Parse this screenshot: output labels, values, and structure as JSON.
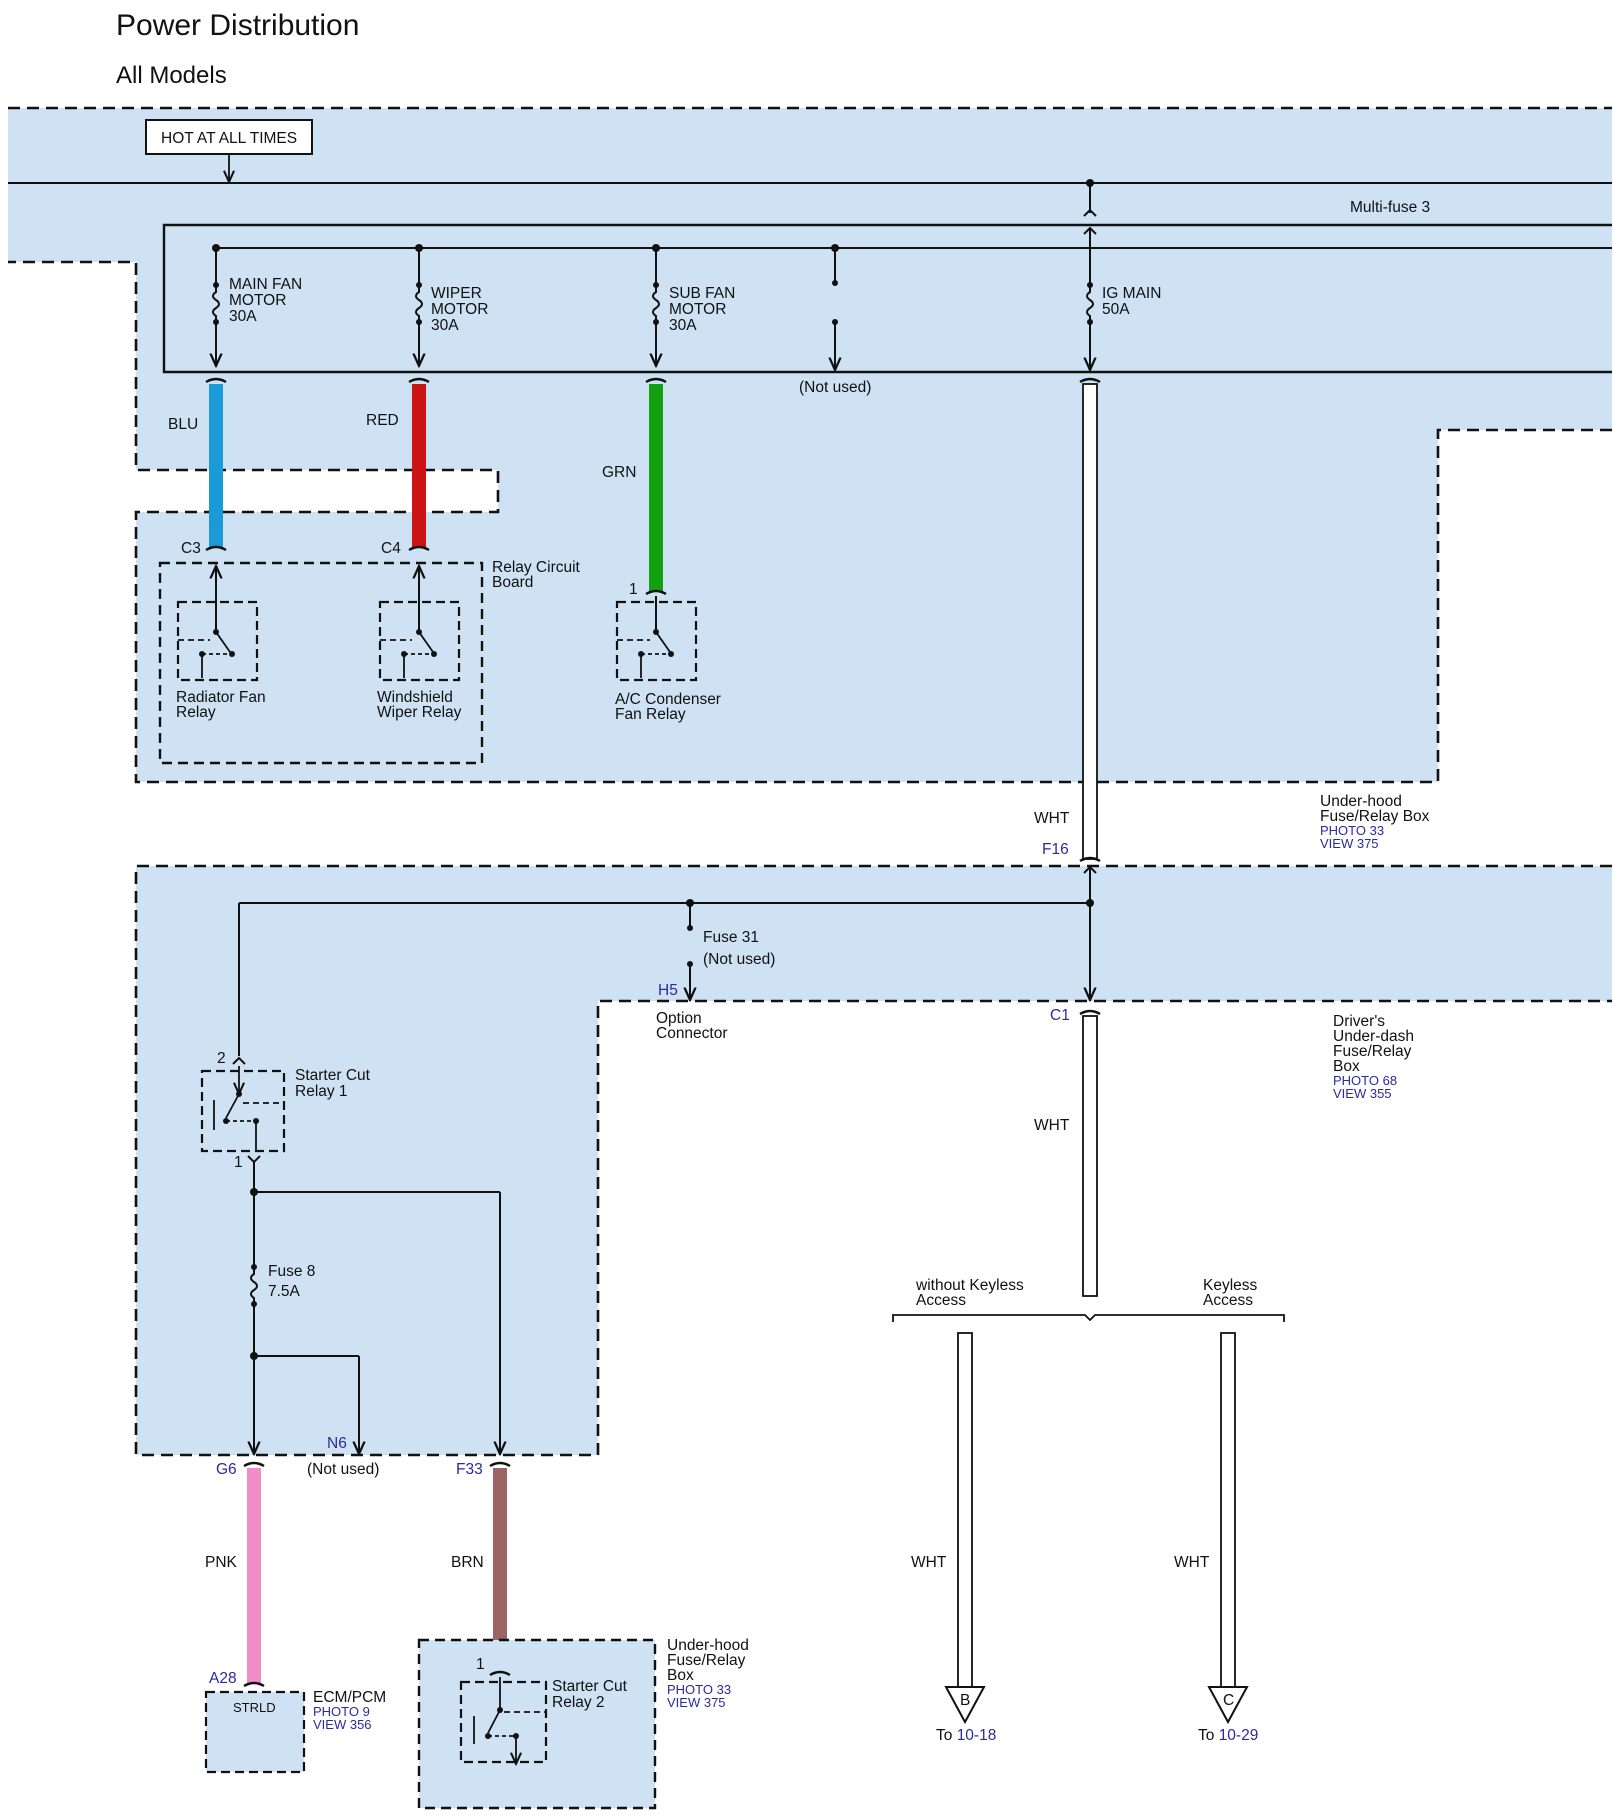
{
  "title": "Power Distribution",
  "subtitle": "All Models",
  "colors": {
    "background": "#ffffff",
    "box_fill": "#cfe2f3",
    "line": "#111111",
    "ref_text": "#2a2aa0",
    "wire_blu": "#1a9ad6",
    "wire_red": "#cc1414",
    "wire_grn": "#10a010",
    "wire_pnk": "#f08cc8",
    "wire_brn": "#9a6464",
    "wire_wht": "#ffffff"
  },
  "labels": {
    "hot_at_all_times": "HOT AT ALL TIMES",
    "multifuse": "Multi-fuse 3",
    "main_fan_1": "MAIN FAN",
    "main_fan_2": "MOTOR",
    "main_fan_3": "30A",
    "wiper_1": "WIPER",
    "wiper_2": "MOTOR",
    "wiper_3": "30A",
    "sub_fan_1": "SUB FAN",
    "sub_fan_2": "MOTOR",
    "sub_fan_3": "30A",
    "not_used_1": "(Not used)",
    "ig_main_1": "IG MAIN",
    "ig_main_2": "50A",
    "wire_blu": "BLU",
    "wire_red": "RED",
    "wire_grn": "GRN",
    "c3": "C3",
    "c4": "C4",
    "pin1_ac": "1",
    "relay_board_1": "Relay Circuit",
    "relay_board_2": "Board",
    "rad_relay_1": "Radiator Fan",
    "rad_relay_2": "Relay",
    "wiper_relay_1": "Windshield",
    "wiper_relay_2": "Wiper Relay",
    "ac_relay_1": "A/C Condenser",
    "ac_relay_2": "Fan Relay",
    "wht_1": "WHT",
    "f16": "F16",
    "uh_box_1": "Under-hood",
    "uh_box_2": "Fuse/Relay Box",
    "uh_photo": "PHOTO 33",
    "uh_view": "VIEW 375",
    "fuse31": "Fuse 31",
    "not_used_2": "(Not used)",
    "h5": "H5",
    "opt_conn_1": "Option",
    "opt_conn_2": "Connector",
    "c1": "C1",
    "dd_box_1": "Driver's",
    "dd_box_2": "Under-dash",
    "dd_box_3": "Fuse/Relay",
    "dd_box_4": "Box",
    "dd_photo": "PHOTO 68",
    "dd_view": "VIEW 355",
    "wht_2": "WHT",
    "pin2_scr1": "2",
    "pin1_scr1": "1",
    "scr1_1": "Starter Cut",
    "scr1_2": "Relay 1",
    "fuse8_1": "Fuse 8",
    "fuse8_2": "7.5A",
    "without_keyless_1": "without Keyless",
    "without_keyless_2": "Access",
    "keyless_1": "Keyless",
    "keyless_2": "Access",
    "n6": "N6",
    "not_used_3": "(Not used)",
    "g6": "G6",
    "f33": "F33",
    "wire_pnk": "PNK",
    "wire_brn": "BRN",
    "wht_3": "WHT",
    "wht_4": "WHT",
    "a28": "A28",
    "strld": "STRLD",
    "ecm_1": "ECM/PCM",
    "ecm_photo": "PHOTO 9",
    "ecm_view": "VIEW 356",
    "pin1_scr2": "1",
    "scr2_1": "Starter Cut",
    "scr2_2": "Relay 2",
    "uh2_1": "Under-hood",
    "uh2_2": "Fuse/Relay",
    "uh2_3": "Box",
    "uh2_photo": "PHOTO 33",
    "uh2_view": "VIEW 375",
    "conn_b": "B",
    "conn_c": "C",
    "to_b_prefix": "To ",
    "to_b_ref": "10-18",
    "to_c_prefix": "To ",
    "to_c_ref": "10-29"
  }
}
